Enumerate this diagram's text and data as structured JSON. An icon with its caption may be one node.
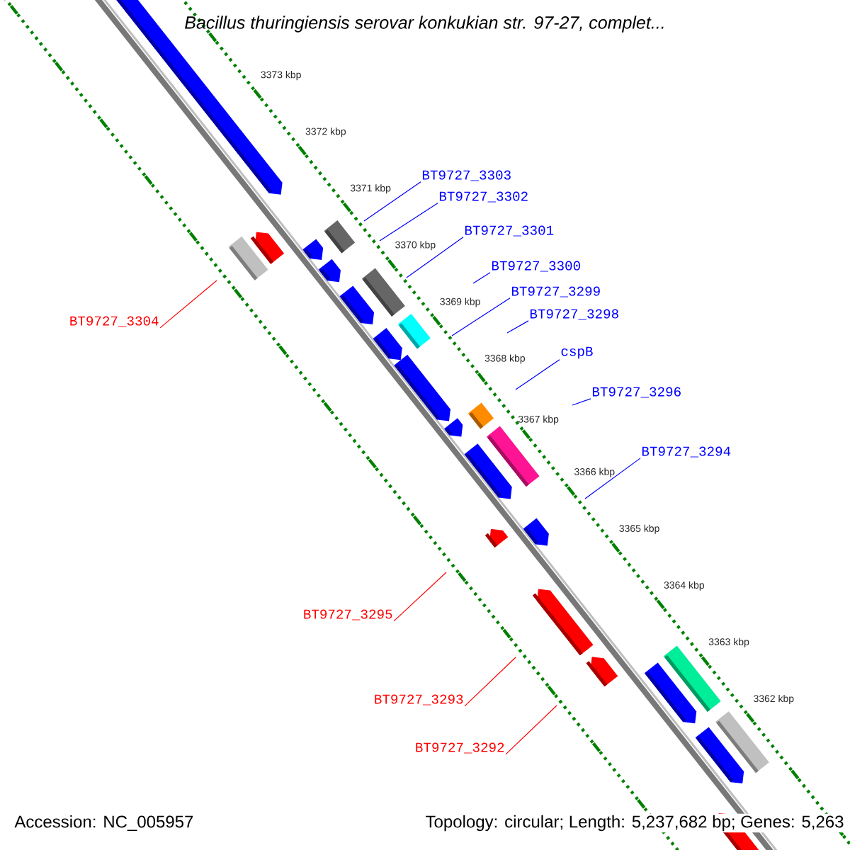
{
  "diagram": {
    "title": "Bacillus thuringiensis serovar konkukian str. 97-27, complet...",
    "nodes": [
      {
        "text": [
          "BT9727_3303"
        ]
      },
      {
        "text": [
          "BT9727_3302"
        ]
      },
      {
        "text": [
          "BT9727_3301"
        ]
      },
      {
        "text": [
          "BT9727_3300"
        ]
      },
      {
        "text": [
          "BT9727_3299"
        ]
      },
      {
        "text": [
          "BT9727_3298"
        ]
      },
      {
        "text": [
          "BT9727_3304"
        ]
      },
      {
        "text": [
          "cspB"
        ]
      },
      {
        "text": [
          "BT9727_3296"
        ]
      },
      {
        "text": [
          "BT9727_3294"
        ]
      },
      {
        "text": [
          "BT9727_3295"
        ]
      },
      {
        "text": [
          "BT9727_3293"
        ]
      },
      {
        "text": [
          "BT9727_3292"
        ]
      }
    ],
    "edges": [
      {
        "from": 0,
        "to": null,
        "arrow": "none"
      },
      {
        "from": 1,
        "to": null,
        "arrow": "none"
      },
      {
        "from": 2,
        "to": null,
        "arrow": "none"
      },
      {
        "from": 3,
        "to": null,
        "arrow": "none"
      },
      {
        "from": 4,
        "to": null,
        "arrow": "none"
      },
      {
        "from": 5,
        "to": null,
        "arrow": "none"
      },
      {
        "from": 6,
        "to": null,
        "arrow": "none",
        "color": "#ff0000"
      },
      {
        "from": 7,
        "to": null,
        "arrow": "none"
      },
      {
        "from": 8,
        "to": null,
        "arrow": "none"
      },
      {
        "from": 9,
        "to": null,
        "arrow": "none"
      },
      {
        "from": 10,
        "to": null,
        "arrow": "none",
        "color": "#ff0000"
      },
      {
        "from": 11,
        "to": null,
        "arrow": "none",
        "color": "#ff0000"
      },
      {
        "from": 12,
        "to": null,
        "arrow": "none",
        "color": "#ff0000"
      }
    ],
    "labels": [
      "3373 kbp",
      "3372 kbp",
      "3371 kbp",
      "3370 kbp",
      "3369 kbp",
      "3368 kbp",
      "3367 kbp",
      "3366 kbp",
      "3365 kbp",
      "3364 kbp",
      "3363 kbp",
      "3362 kbp",
      "Accession: NC_005957",
      "Topology: circular; Length: 5,237,682 bp; Genes: 5,263"
    ]
  }
}
